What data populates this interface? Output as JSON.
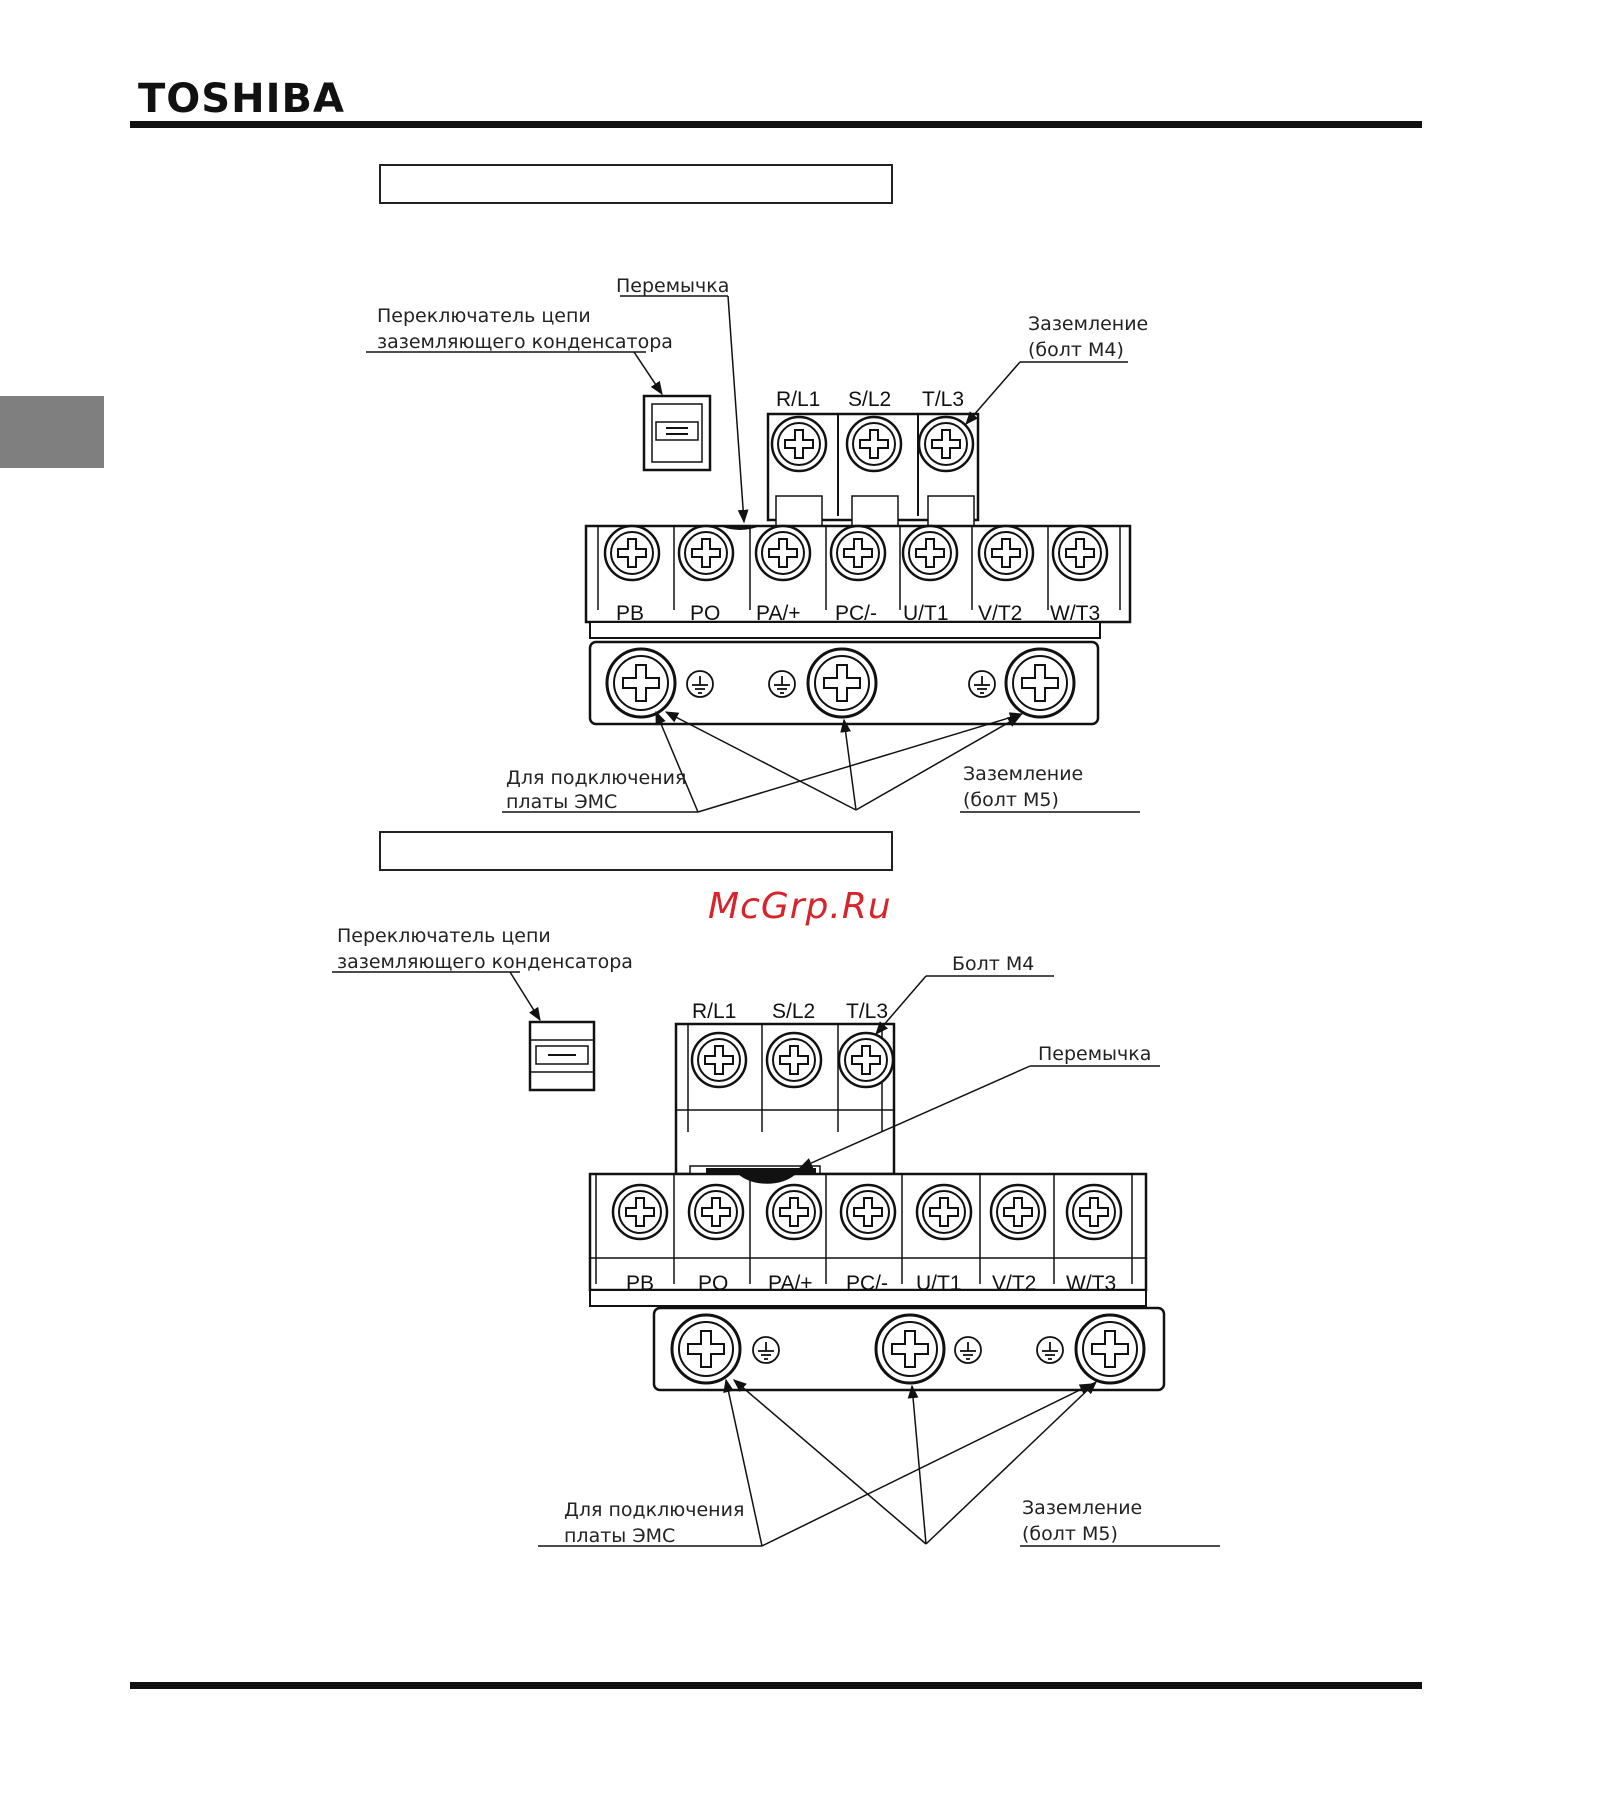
{
  "header": {
    "brand": "TOSHIBA"
  },
  "watermark": "McGrp.Ru",
  "figure1": {
    "labels": {
      "jumper": "Перемычка",
      "switch_line1": "Переключатель цепи",
      "switch_line2": "заземляющего конденсатора",
      "ground_bolt_line1": "Заземление",
      "ground_bolt_line2": "(болт M4)",
      "emc_line1": "Для подключения",
      "emc_line2": "платы ЭМС",
      "ground_m5_line1": "Заземление",
      "ground_m5_line2": "(болт M5)"
    },
    "top_terminals": [
      "R/L1",
      "S/L2",
      "T/L3"
    ],
    "bottom_terminals": [
      "PB",
      "PO",
      "PA/+",
      "PC/-",
      "U/T1",
      "V/T2",
      "W/T3"
    ]
  },
  "figure2": {
    "labels": {
      "switch_line1": "Переключатель цепи",
      "switch_line2": "заземляющего конденсатора",
      "bolt_m4": "Болт M4",
      "jumper": "Перемычка",
      "emc_line1": "Для подключения",
      "emc_line2": "платы ЭМС",
      "ground_m5_line1": "Заземление",
      "ground_m5_line2": "(болт M5)"
    },
    "top_terminals": [
      "R/L1",
      "S/L2",
      "T/L3"
    ],
    "bottom_terminals": [
      "PB",
      "PO",
      "PA/+",
      "PC/-",
      "U/T1",
      "V/T2",
      "W/T3"
    ]
  },
  "colors": {
    "accent_tab": "#7f7f7f",
    "watermark": "#d9232b",
    "rule": "#111111"
  }
}
